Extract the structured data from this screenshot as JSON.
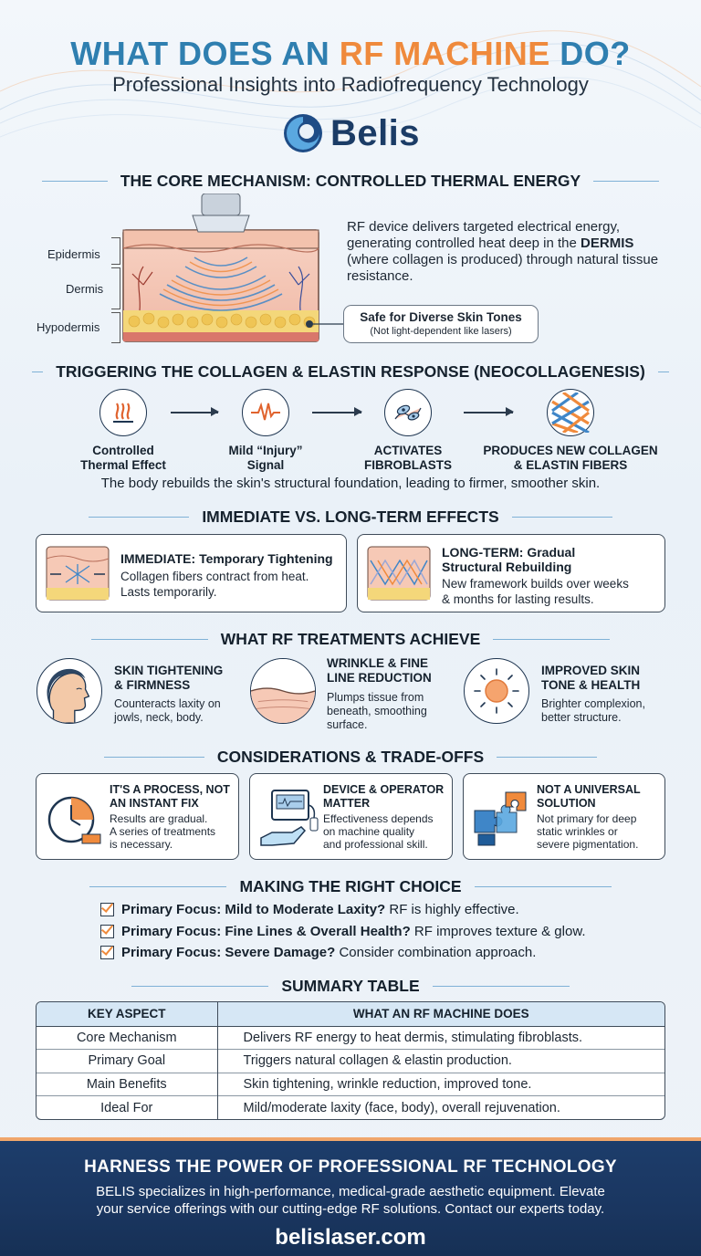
{
  "header": {
    "title_part1": "WHAT DOES AN ",
    "title_accent": "RF MACHINE",
    "title_part2": " DO?",
    "subtitle": "Professional Insights into Radiofrequency Technology",
    "logo_text": "Belis"
  },
  "mechanism": {
    "heading": "THE CORE MECHANISM: CONTROLLED THERMAL ENERGY",
    "layers": [
      "Epidermis",
      "Dermis",
      "Hypodermis"
    ],
    "desc_part1": "RF device delivers targeted electrical energy, generating controlled heat deep in the ",
    "desc_bold": "DERMIS",
    "desc_part2": " (where collagen is produced) through natural tissue resistance.",
    "safe_title": "Safe for Diverse Skin Tones",
    "safe_sub": "(Not light-dependent like lasers)"
  },
  "collagen": {
    "heading": "TRIGGERING THE COLLAGEN & ELASTIN RESPONSE (NEOCOLLAGENESIS)",
    "steps": [
      {
        "line1": "Controlled",
        "line2": "Thermal Effect",
        "icon": "heat-icon"
      },
      {
        "line1": "Mild “Injury”",
        "line2": "Signal",
        "icon": "pulse-icon"
      },
      {
        "line1": "ACTIVATES",
        "line2": "FIBROBLASTS",
        "icon": "fibroblast-icon"
      },
      {
        "line1": "PRODUCES NEW COLLAGEN",
        "line2": "& ELASTIN FIBERS",
        "icon": "fiber-mesh-icon"
      }
    ],
    "summary": "The body rebuilds the skin's structural foundation, leading to firmer, smoother skin."
  },
  "effects": {
    "heading": "IMMEDIATE VS. LONG-TERM EFFECTS",
    "immediate": {
      "title": "IMMEDIATE: Temporary Tightening",
      "body1": "Collagen fibers contract from heat.",
      "body2": "Lasts temporarily."
    },
    "longterm": {
      "title1": "LONG-TERM: Gradual",
      "title2": "Structural Rebuilding",
      "body1": "New framework builds over weeks",
      "body2": "& months for lasting results."
    }
  },
  "achieve": {
    "heading": "WHAT RF TREATMENTS ACHIEVE",
    "items": [
      {
        "t1": "SKIN TIGHTENING",
        "t2": "& FIRMNESS",
        "b1": "Counteracts laxity on",
        "b2": "jowls, neck, body.",
        "b3": ""
      },
      {
        "t1": "WRINKLE & FINE",
        "t2": "LINE REDUCTION",
        "b1": "Plumps tissue from",
        "b2": "beneath, smoothing",
        "b3": "surface."
      },
      {
        "t1": "IMPROVED SKIN",
        "t2": "TONE & HEALTH",
        "b1": "Brighter complexion,",
        "b2": "better structure.",
        "b3": ""
      }
    ]
  },
  "considerations": {
    "heading": "CONSIDERATIONS & TRADE-OFFS",
    "items": [
      {
        "t1": "IT'S A PROCESS, NOT",
        "t2": "AN INSTANT FIX",
        "b1": "Results are gradual.",
        "b2": "A series of treatments",
        "b3": "is necessary."
      },
      {
        "t1": "DEVICE & OPERATOR",
        "t2": "MATTER",
        "b1": "Effectiveness depends",
        "b2": "on machine quality",
        "b3": "and professional skill."
      },
      {
        "t1": "NOT A UNIVERSAL",
        "t2": "SOLUTION",
        "b1": "Not primary for deep",
        "b2": "static wrinkles or",
        "b3": "severe pigmentation."
      }
    ]
  },
  "choice": {
    "heading": "MAKING THE RIGHT CHOICE",
    "items": [
      {
        "bold": "Primary Focus: Mild to Moderate Laxity?",
        "rest": " RF is highly effective."
      },
      {
        "bold": "Primary Focus: Fine Lines & Overall Health?",
        "rest": " RF improves texture & glow."
      },
      {
        "bold": "Primary Focus: Severe Damage?",
        "rest": " Consider combination approach."
      }
    ]
  },
  "summary": {
    "heading": "SUMMARY TABLE",
    "columns": [
      "KEY ASPECT",
      "WHAT AN RF MACHINE DOES"
    ],
    "rows": [
      [
        "Core Mechanism",
        "Delivers RF energy to heat dermis, stimulating fibroblasts."
      ],
      [
        "Primary Goal",
        "Triggers natural collagen & elastin production."
      ],
      [
        "Main Benefits",
        "Skin tightening, wrinkle reduction, improved tone."
      ],
      [
        "Ideal For",
        "Mild/moderate laxity (face, body), overall rejuvenation."
      ]
    ]
  },
  "footer": {
    "title": "HARNESS THE POWER OF PROFESSIONAL RF TECHNOLOGY",
    "body1": "BELIS specializes in high-performance, medical-grade aesthetic equipment. Elevate",
    "body2": "your service offerings with our cutting-edge RF solutions. Contact our experts today.",
    "url": "belislaser.com"
  },
  "colors": {
    "title_blue": "#2f7fb0",
    "accent_orange": "#ef8a3c",
    "navy": "#1b3c66",
    "footer_bg": "#1d3d6b",
    "table_header": "#d6e7f5"
  }
}
